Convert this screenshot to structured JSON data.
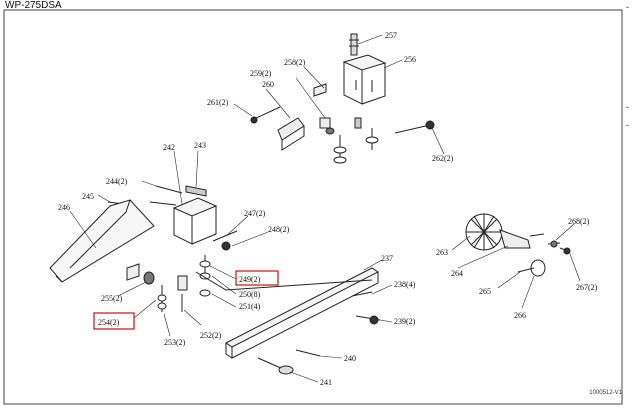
{
  "header": {
    "title": "WP-275DSA"
  },
  "footer": {
    "code": "1000512-V1"
  },
  "side_marks": [
    "-",
    "-",
    "-"
  ],
  "parts": [
    {
      "id": "p257",
      "label": "257"
    },
    {
      "id": "p256",
      "label": "256"
    },
    {
      "id": "p258",
      "label": "258(2)"
    },
    {
      "id": "p259",
      "label": "259(2)"
    },
    {
      "id": "p260",
      "label": "260"
    },
    {
      "id": "p261",
      "label": "261(2)"
    },
    {
      "id": "p262",
      "label": "262(2)"
    },
    {
      "id": "p242",
      "label": "242"
    },
    {
      "id": "p243",
      "label": "243"
    },
    {
      "id": "p244",
      "label": "244(2)"
    },
    {
      "id": "p245",
      "label": "245"
    },
    {
      "id": "p246",
      "label": "246"
    },
    {
      "id": "p247",
      "label": "247(2)"
    },
    {
      "id": "p248",
      "label": "248(2)"
    },
    {
      "id": "p249",
      "label": "249(2)"
    },
    {
      "id": "p250",
      "label": "250(8)"
    },
    {
      "id": "p251",
      "label": "251(4)"
    },
    {
      "id": "p252",
      "label": "252(2)"
    },
    {
      "id": "p253",
      "label": "253(2)"
    },
    {
      "id": "p254",
      "label": "254(2)"
    },
    {
      "id": "p255",
      "label": "255(2)"
    },
    {
      "id": "p237",
      "label": "237"
    },
    {
      "id": "p238",
      "label": "238(4)"
    },
    {
      "id": "p239",
      "label": "239(2)"
    },
    {
      "id": "p240",
      "label": "240"
    },
    {
      "id": "p241",
      "label": "241"
    },
    {
      "id": "p263",
      "label": "263"
    },
    {
      "id": "p264",
      "label": "264"
    },
    {
      "id": "p265",
      "label": "265"
    },
    {
      "id": "p266",
      "label": "266"
    },
    {
      "id": "p267",
      "label": "267(2)"
    },
    {
      "id": "p268",
      "label": "268(2)"
    }
  ],
  "colors": {
    "line": "#222222",
    "highlight": "#cc2222",
    "frame": "#444444"
  }
}
